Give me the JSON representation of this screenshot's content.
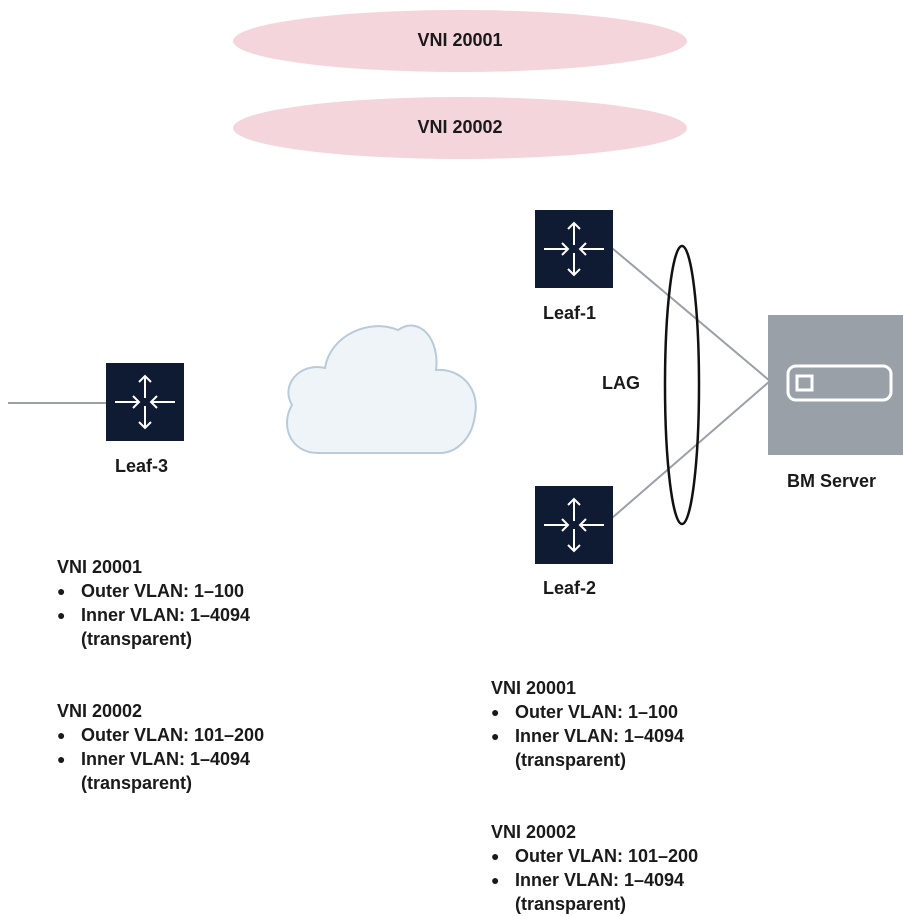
{
  "vni_ellipses": [
    {
      "label": "VNI 20001"
    },
    {
      "label": "VNI 20002"
    }
  ],
  "devices": {
    "leaf1": "Leaf-1",
    "leaf2": "Leaf-2",
    "leaf3": "Leaf-3",
    "server": "BM Server",
    "lag": "LAG"
  },
  "left_config": [
    {
      "vni": "VNI 20001",
      "outer": "Outer VLAN: 1–100",
      "inner": "Inner VLAN: 1–4094",
      "note": "(transparent)"
    },
    {
      "vni": "VNI 20002",
      "outer": "Outer VLAN: 101–200",
      "inner": "Inner VLAN: 1–4094",
      "note": "(transparent)"
    }
  ],
  "right_config": [
    {
      "vni": "VNI 20001",
      "outer": "Outer VLAN: 1–100",
      "inner": "Inner VLAN: 1–4094",
      "note": "(transparent)"
    },
    {
      "vni": "VNI 20002",
      "outer": "Outer VLAN: 101–200",
      "inner": "Inner VLAN: 1–4094",
      "note": "(transparent)"
    }
  ],
  "colors": {
    "ellipse_fill": "#f5d5dc",
    "switch_fill": "#0f1a33",
    "server_fill": "#9aa0a8",
    "cloud_fill": "#eef4f8",
    "cloud_stroke": "#b9cbd8",
    "link": "#9aa0a8"
  }
}
